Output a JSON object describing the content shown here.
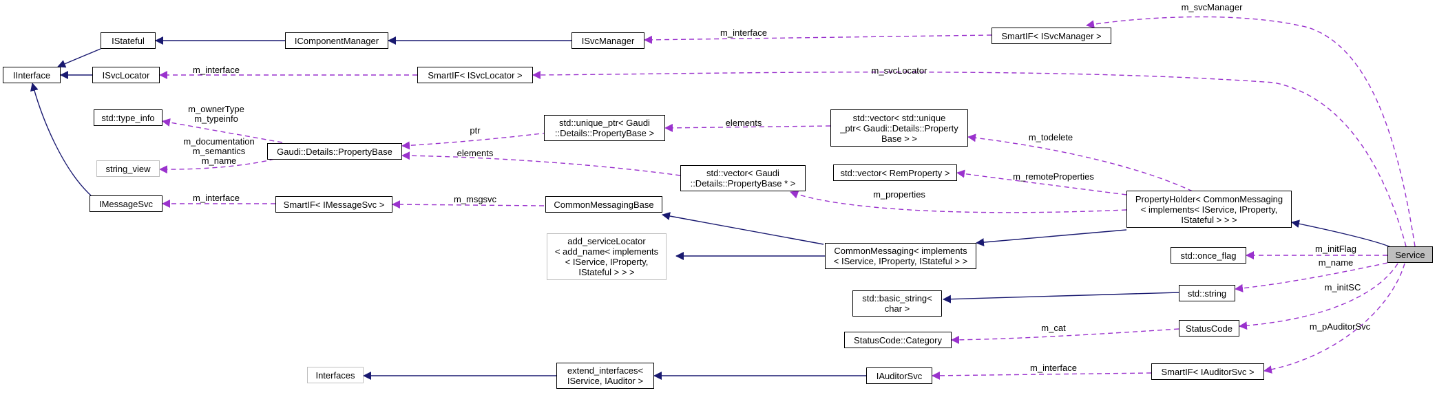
{
  "nodes": {
    "iinterface": "IInterface",
    "istateful": "IStateful",
    "isvclocator": "ISvcLocator",
    "imessagesvc": "IMessageSvc",
    "icomponentmanager": "IComponentManager",
    "isvcmanager": "ISvcManager",
    "smartif_svcmanager": "SmartIF< ISvcManager >",
    "smartif_svclocator": "SmartIF< ISvcLocator >",
    "std_type_info": "std::type_info",
    "string_view": "string_view",
    "propertybase": "Gaudi::Details::PropertyBase",
    "unique_ptr": "std::unique_ptr< Gaudi\n::Details::PropertyBase >",
    "vector_unique_ptr": "std::vector< std::unique\n_ptr< Gaudi::Details::Property\nBase > >",
    "vector_propertybase_ptr": "std::vector< Gaudi\n::Details::PropertyBase * >",
    "vector_remproperty": "std::vector< RemProperty >",
    "propertyholder": "PropertyHolder< CommonMessaging\n< implements< IService, IProperty,\n IStateful > > >",
    "smartif_imessagesvc": "SmartIF< IMessageSvc >",
    "commonmessagingbase": "CommonMessagingBase",
    "add_servicelocator": "add_serviceLocator\n< add_name< implements\n< IService, IProperty,\n IStateful > > >",
    "commonmessaging": "CommonMessaging< implements\n< IService, IProperty, IStateful > >",
    "std_once_flag": "std::once_flag",
    "service": "Service",
    "std_basic_string": "std::basic_string<\nchar >",
    "std_string": "std::string",
    "statuscode_category": "StatusCode::Category",
    "statuscode": "StatusCode",
    "interfaces": "Interfaces",
    "extend_interfaces": "extend_interfaces<\n IService, IAuditor >",
    "iauditorsvc": "IAuditorSvc",
    "smartif_iauditorsvc": "SmartIF< IAuditorSvc >"
  },
  "edge_labels": {
    "m_svcmanager": "m_svcManager",
    "m_interface_svcmanager": "m_interface",
    "m_interface_svclocator": "m_interface",
    "m_svclocator": "m_svcLocator",
    "m_ownertype_typeinfo": "m_ownerType\nm_typeinfo",
    "m_doc_sem_name": "m_documentation\nm_semantics\nm_name",
    "ptr": "ptr",
    "elements_unique": "elements",
    "elements_ptr": "elements",
    "m_todelete": "m_todelete",
    "m_remoteproperties": "m_remoteProperties",
    "m_properties": "m_properties",
    "m_interface_imessagesvc": "m_interface",
    "m_msgsvc": "m_msgsvc",
    "m_initflag": "m_initFlag",
    "m_name": "m_name",
    "m_initsc": "m_initSC",
    "m_cat": "m_cat",
    "m_pauditorsvc": "m_pAuditorSvc",
    "m_interface_iauditorsvc": "m_interface"
  },
  "colors": {
    "inheritance": "#191970",
    "usage": "#9a32cd",
    "selected_fill": "#bfbfbf",
    "gray_border": "#bfbfbf"
  }
}
